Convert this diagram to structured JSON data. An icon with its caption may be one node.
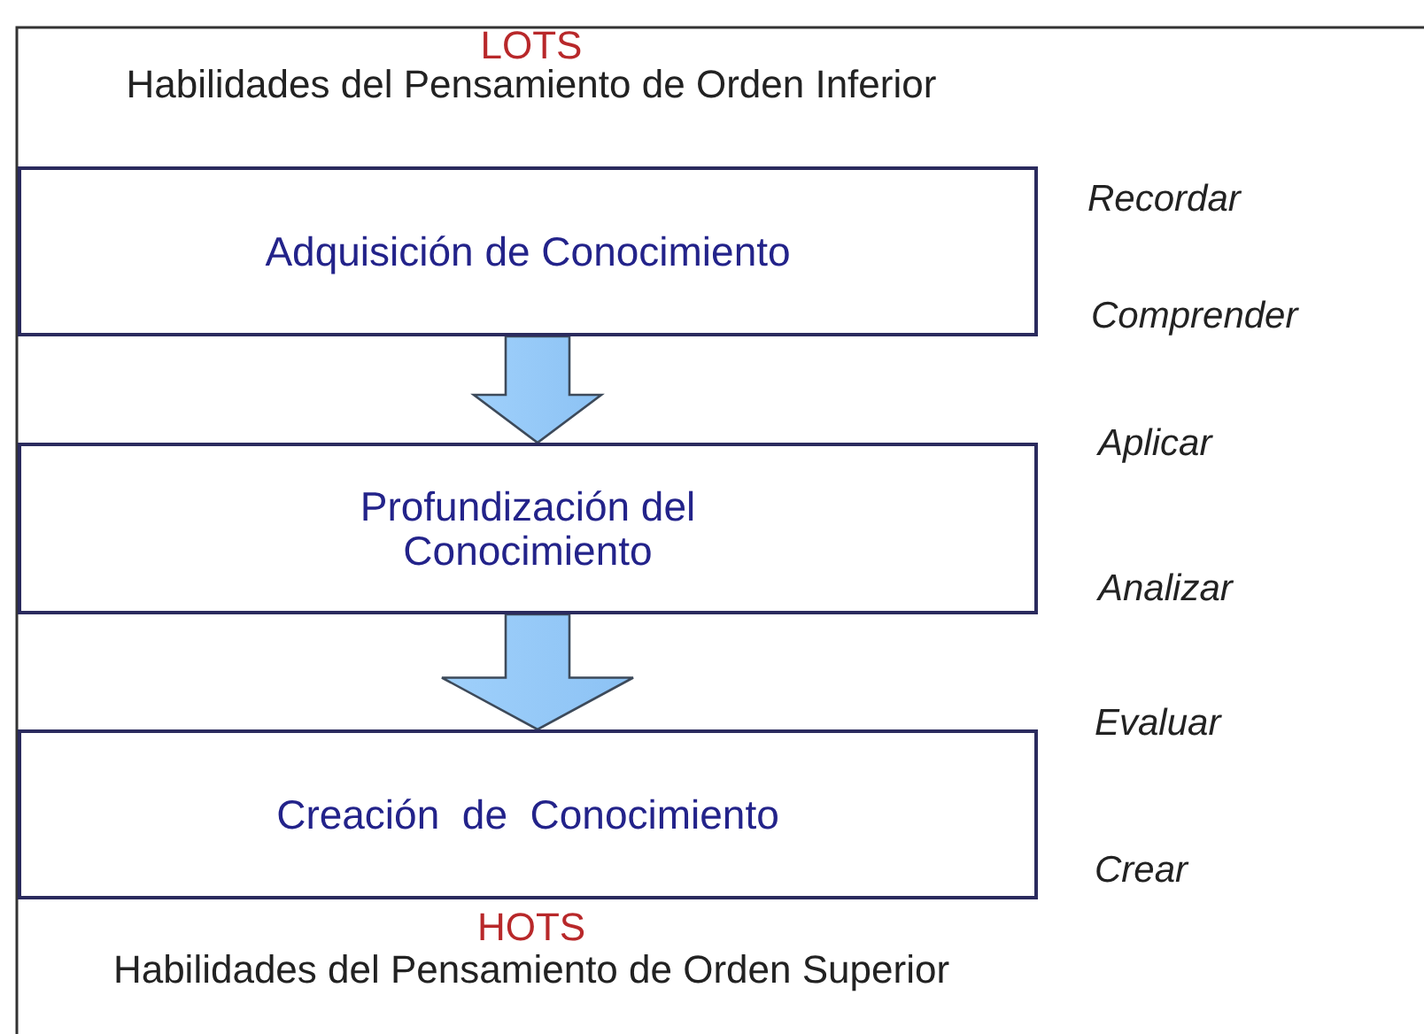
{
  "diagram": {
    "nodes": [
      {
        "text": [
          "Adquisición de Conocimiento"
        ]
      },
      {
        "text": [
          "Profundización del Conocimiento"
        ]
      },
      {
        "text": [
          "Creación  de  Conocimiento"
        ]
      }
    ],
    "edges": [
      {
        "from": 0,
        "to": 1,
        "arrow": "to"
      },
      {
        "from": 1,
        "to": 2,
        "arrow": "to"
      }
    ],
    "labels": [
      "LOTS",
      "Habilidades del Pensamiento de Orden Inferior",
      "Recordar",
      "Comprender",
      "Aplicar",
      "Analizar",
      "Evaluar",
      "Crear",
      "HOTS",
      "Habilidades del Pensamiento de Orden Superior"
    ]
  }
}
